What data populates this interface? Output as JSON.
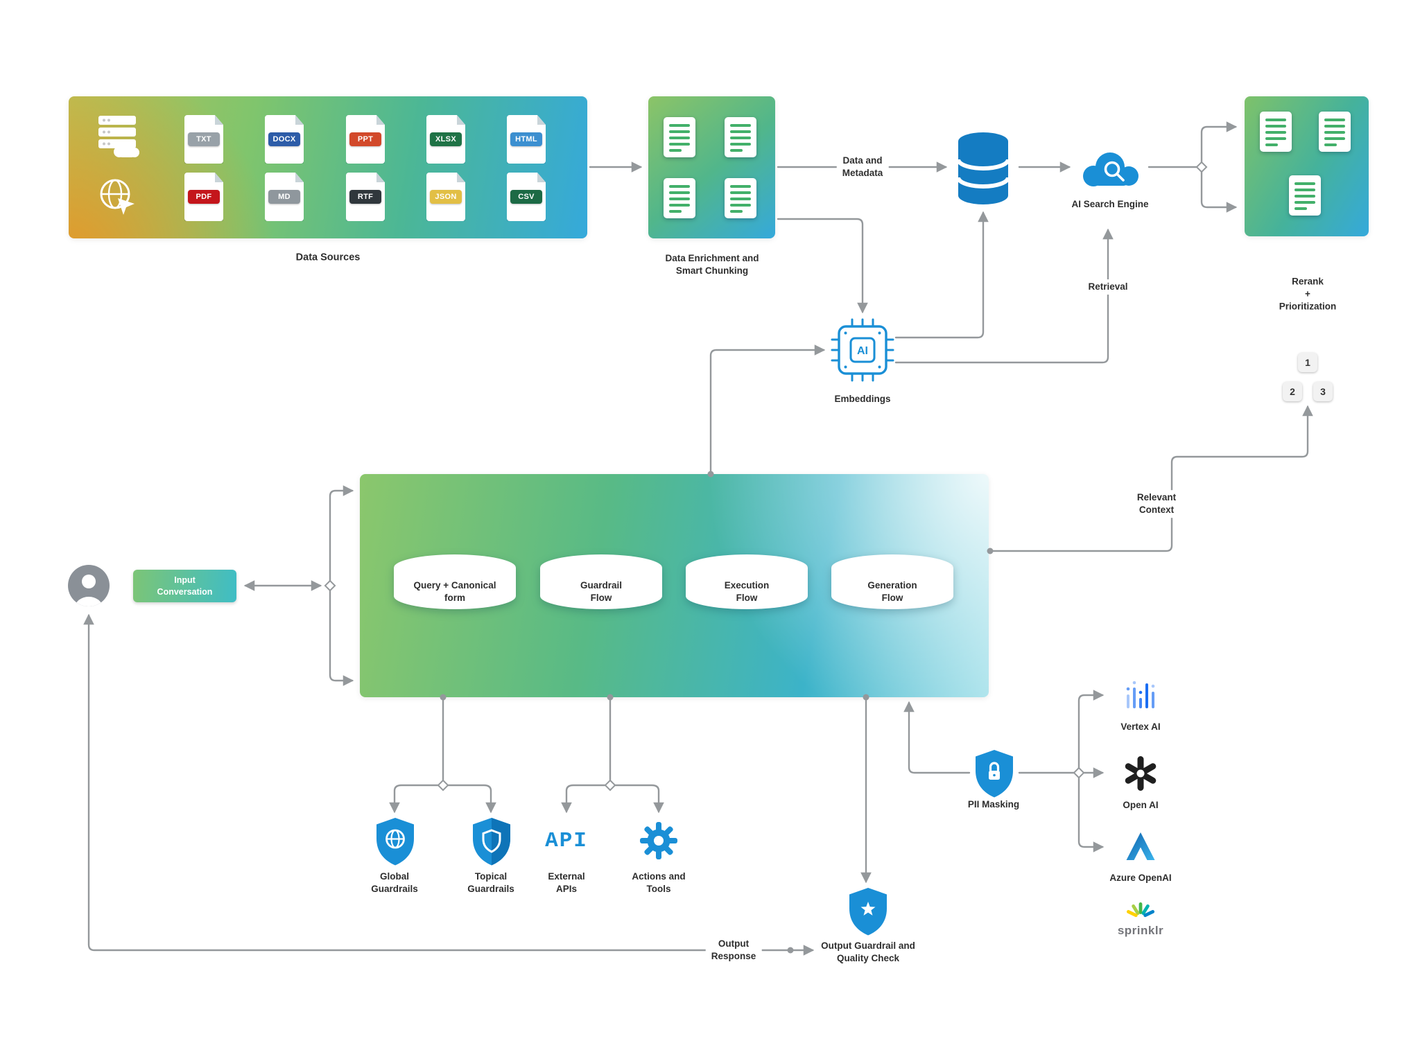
{
  "palette": {
    "accent": "#1a8fd6",
    "line": "#94989b",
    "ink": "#2e2e2e",
    "db-blue": "#147cc2",
    "doc-green": "#43b06a",
    "btn-a": "#7cc576",
    "btn-b": "#3fbdc5",
    "grad-green": "#7fc56d",
    "grad-blue": "#35a9db",
    "grad-warm": "#e4a23c"
  },
  "dataSources": {
    "title": "Data Sources",
    "files": [
      {
        "name": "TXT",
        "color": "#98a1a8"
      },
      {
        "name": "DOCX",
        "color": "#2d5ca8"
      },
      {
        "name": "PPT",
        "color": "#d2492a"
      },
      {
        "name": "XLSX",
        "color": "#1f7246"
      },
      {
        "name": "HTML",
        "color": "#3c8fd0"
      },
      {
        "name": "PDF",
        "color": "#c4161c"
      },
      {
        "name": "MD",
        "color": "#8f979d"
      },
      {
        "name": "RTF",
        "color": "#30373c"
      },
      {
        "name": "JSON",
        "color": "#e2bf45"
      },
      {
        "name": "CSV",
        "color": "#1c6a45"
      }
    ]
  },
  "enrichment": {
    "title": [
      "Data Enrichment and",
      "Smart Chunking"
    ]
  },
  "pipeline": {
    "data_and_metadata": [
      "Data and",
      "Metadata"
    ],
    "ai_search_engine": "AI Search Engine",
    "retrieval": "Retrieval",
    "rerank": [
      "Rerank",
      "+",
      "Prioritization"
    ],
    "rank_chips": [
      "1",
      "2",
      "3"
    ],
    "embeddings": "Embeddings",
    "embeddings_chip_text": "AI",
    "relevant_context": [
      "Relevant",
      "Context"
    ]
  },
  "conversation": {
    "input_button": [
      "Input",
      "Conversation"
    ],
    "output_response": [
      "Output",
      "Response"
    ]
  },
  "engine": {
    "flows": [
      {
        "label": [
          "Query + Canonical",
          "form"
        ]
      },
      {
        "label": [
          "Guardrail",
          "Flow"
        ]
      },
      {
        "label": [
          "Execution",
          "Flow"
        ]
      },
      {
        "label": [
          "Generation",
          "Flow"
        ]
      }
    ]
  },
  "guardrails": {
    "global": [
      "Global",
      "Guardrails"
    ],
    "topical": [
      "Topical",
      "Guardrails"
    ],
    "external_apis": [
      "External",
      "APIs"
    ],
    "api_icon_text": "API",
    "actions_tools": [
      "Actions and",
      "Tools"
    ],
    "output_check": [
      "Output Guardrail and",
      "Quality Check"
    ],
    "pii_masking": "PII Masking"
  },
  "providers": {
    "vertex": "Vertex AI",
    "openai": "Open AI",
    "azure": "Azure OpenAI",
    "sprinklr": "sprinklr"
  }
}
